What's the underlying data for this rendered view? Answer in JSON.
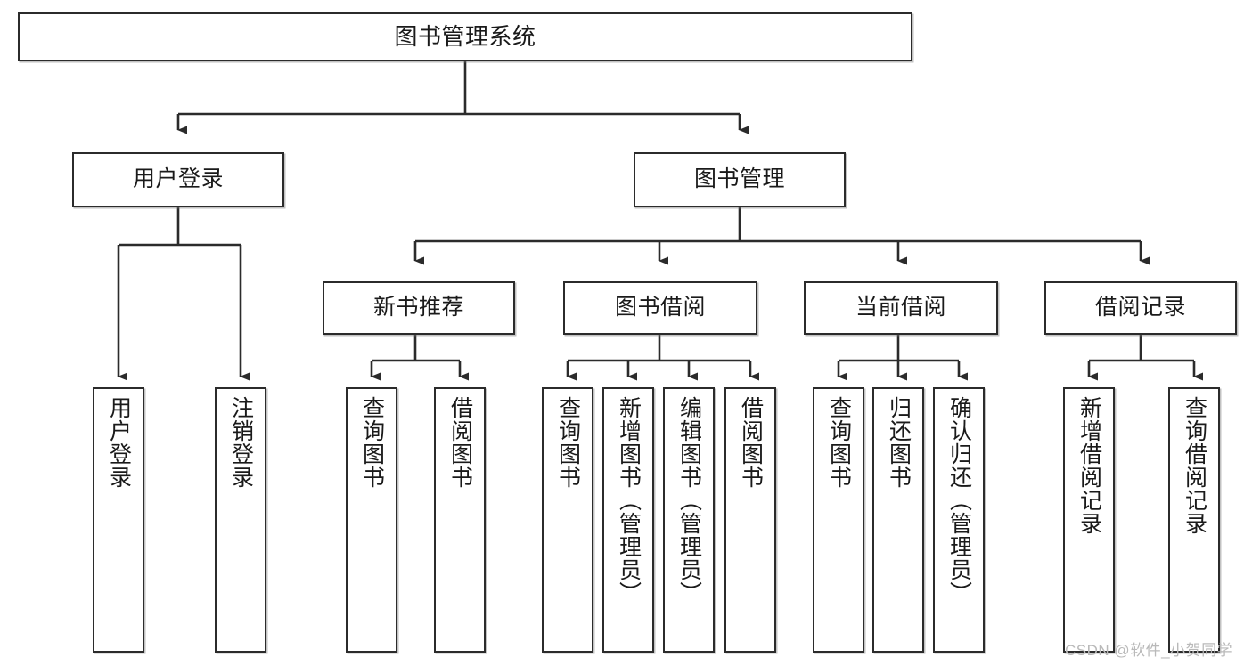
{
  "diagram": {
    "title": "图书管理系统",
    "type": "function-structure-tree",
    "root": {
      "id": "root",
      "label": "图书管理系统"
    },
    "level1": [
      {
        "id": "user-login",
        "label": "用户登录"
      },
      {
        "id": "book-manage",
        "label": "图书管理"
      }
    ],
    "level2": [
      {
        "id": "new-book-recommend",
        "label": "新书推荐",
        "parent": "book-manage"
      },
      {
        "id": "book-borrow",
        "label": "图书借阅",
        "parent": "book-manage"
      },
      {
        "id": "current-borrow",
        "label": "当前借阅",
        "parent": "book-manage"
      },
      {
        "id": "borrow-record",
        "label": "借阅记录",
        "parent": "book-manage"
      }
    ],
    "leaves": [
      {
        "id": "leaf-user-login",
        "label": "用户登录",
        "parent": "user-login"
      },
      {
        "id": "leaf-logout",
        "label": "注销登录",
        "parent": "user-login"
      },
      {
        "id": "leaf-query-book-1",
        "label": "查询图书",
        "parent": "new-book-recommend"
      },
      {
        "id": "leaf-borrow-book-1",
        "label": "借阅图书",
        "parent": "new-book-recommend"
      },
      {
        "id": "leaf-query-book-2",
        "label": "查询图书",
        "parent": "book-borrow"
      },
      {
        "id": "leaf-add-book",
        "label": "新增图书（管理员）",
        "parent": "book-borrow"
      },
      {
        "id": "leaf-edit-book",
        "label": "编辑图书（管理员）",
        "parent": "book-borrow"
      },
      {
        "id": "leaf-borrow-book-2",
        "label": "借阅图书",
        "parent": "book-borrow"
      },
      {
        "id": "leaf-query-book-3",
        "label": "查询图书",
        "parent": "current-borrow"
      },
      {
        "id": "leaf-return-book",
        "label": "归还图书",
        "parent": "current-borrow"
      },
      {
        "id": "leaf-confirm-return",
        "label": "确认归还（管理员）",
        "parent": "current-borrow"
      },
      {
        "id": "leaf-add-record",
        "label": "新增借阅记录",
        "parent": "borrow-record"
      },
      {
        "id": "leaf-query-record",
        "label": "查询借阅记录",
        "parent": "borrow-record"
      }
    ],
    "watermark": "CSDN @软件_小贺同学",
    "colors": {
      "node_border": "#2b2b2b",
      "node_fill": "#ffffff",
      "edge": "#2b2b2b",
      "text": "#1a1a1a",
      "watermark": "#b9b9b9",
      "background": "#ffffff"
    }
  }
}
